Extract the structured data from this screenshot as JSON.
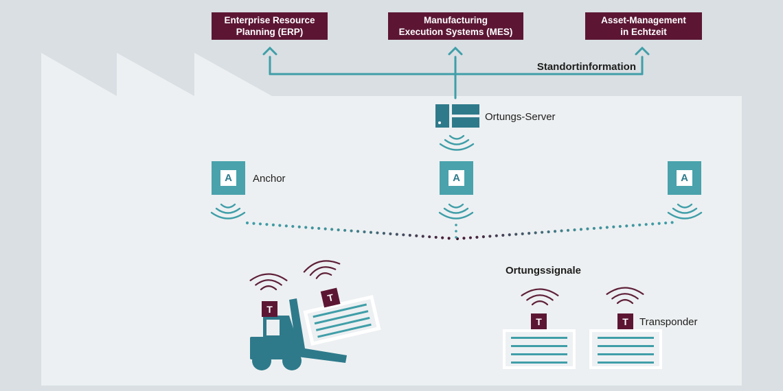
{
  "title_boxes": [
    {
      "label": "Enterprise Resource\nPlanning (ERP)"
    },
    {
      "label": "Manufacturing\nExecution Systems (MES)"
    },
    {
      "label": "Asset-Management\nin Echtzeit"
    }
  ],
  "labels": {
    "location_info": "Standortinformation",
    "location_server": "Ortungs-Server",
    "anchor": "Anchor",
    "location_signals": "Ortungssignale",
    "transponder": "Transponder"
  },
  "glyphs": {
    "anchor": "A",
    "transponder": "T"
  },
  "colors": {
    "background": "#d9dfe3",
    "factory": "#edf0f2",
    "burgundy": "#5c1634",
    "teal_dark": "#2e7a8b",
    "teal": "#3f9ea8",
    "teal_anchor": "#49a2ac",
    "text": "#1d1d1b"
  }
}
